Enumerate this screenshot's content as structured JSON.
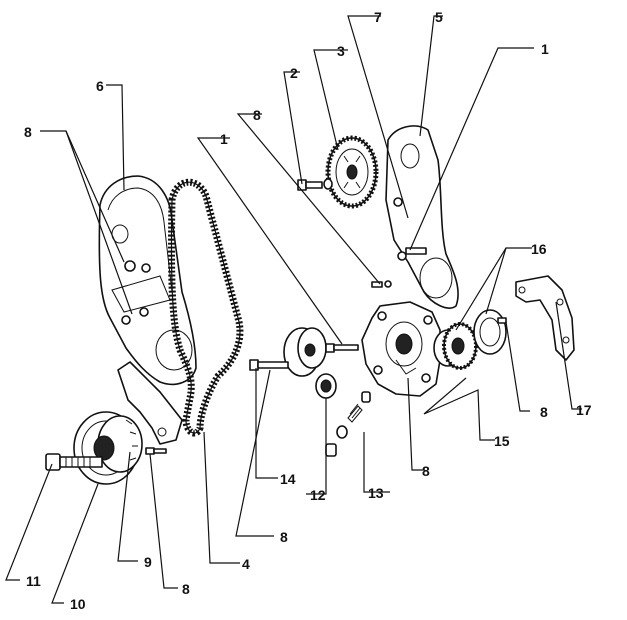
{
  "labels": [
    {
      "id": "c1",
      "text": "1"
    },
    {
      "id": "c2",
      "text": "2"
    },
    {
      "id": "c3",
      "text": "3"
    },
    {
      "id": "c4",
      "text": "4"
    },
    {
      "id": "c5",
      "text": "5"
    },
    {
      "id": "c6",
      "text": "6"
    },
    {
      "id": "c7",
      "text": "7"
    },
    {
      "id": "c8a",
      "text": "8"
    },
    {
      "id": "c8b",
      "text": "8"
    },
    {
      "id": "c8c",
      "text": "8"
    },
    {
      "id": "c8d",
      "text": "8"
    },
    {
      "id": "c8e",
      "text": "8"
    },
    {
      "id": "c8f",
      "text": "8"
    },
    {
      "id": "c9",
      "text": "9"
    },
    {
      "id": "c10",
      "text": "10"
    },
    {
      "id": "c11",
      "text": "11"
    },
    {
      "id": "c12",
      "text": "12"
    },
    {
      "id": "c13",
      "text": "13"
    },
    {
      "id": "c14",
      "text": "14"
    },
    {
      "id": "c15",
      "text": "15"
    },
    {
      "id": "c16",
      "text": "16"
    },
    {
      "id": "c17",
      "text": "17"
    },
    {
      "id": "c1b",
      "text": "1"
    }
  ]
}
